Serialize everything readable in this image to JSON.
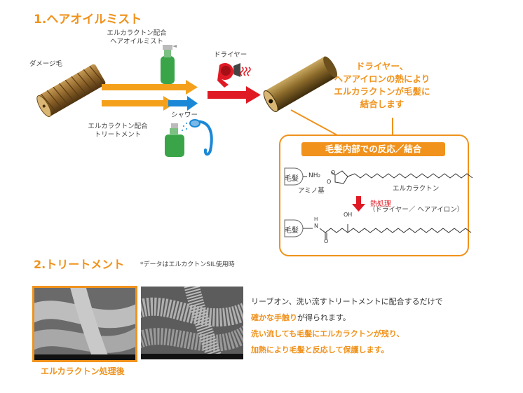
{
  "section1": {
    "title": "1.ヘアオイルミスト",
    "damaged_hair_label": "ダメージ毛",
    "mist_label_line1": "エルカラクトン配合",
    "mist_label_line2": "ヘアオイルミスト",
    "treatment_label_line1": "エルカラクトン配合",
    "treatment_label_line2": "トリートメント",
    "shower_label": "シャワー",
    "dryer_label": "ドライヤー",
    "result_line1": "ドライヤー、",
    "result_line2": "ヘアアイロンの熱により",
    "result_line3": "エルカラクトンが毛髪に",
    "result_line4": "結合します"
  },
  "reaction_box": {
    "title": "毛髪内部での反応／結合",
    "hair_label": "毛髪",
    "nh2": "NH₂",
    "amino_label": "アミノ基",
    "lactone_label": "エルカラクトン",
    "heat_label": "熱処理",
    "heat_detail": "（ドライヤー／ ヘアアイロン）",
    "hair_label_2": "毛髪",
    "oh_label": "OH",
    "n_label": "N",
    "h_label": "H",
    "o_label": "O",
    "ring_o_label": "O",
    "carbonyl_o_label": "O"
  },
  "section2": {
    "title": "2.トリートメント",
    "note": "*データはエルカクトンSIL使用時",
    "caption": "エルカラクトン処理後",
    "desc_line1": "リーブオン、洗い流すトリートメントに配合するだけで",
    "desc_line2_bold": "確かな手触り",
    "desc_line2_rest": "が得られます。",
    "desc_line3": "洗い流しても毛髪にエルカラクトンが残り、",
    "desc_line4": "加熱により毛髪と反応して保護します。"
  },
  "colors": {
    "accent": "#f0921c",
    "arrow_orange": "#f5a01a",
    "arrow_blue": "#1a88d6",
    "arrow_red": "#e01a24",
    "bottle_green": "#3aa548"
  }
}
